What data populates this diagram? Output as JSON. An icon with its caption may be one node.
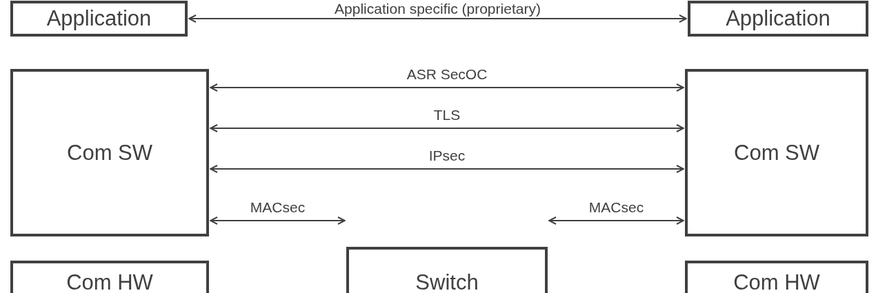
{
  "diagram": {
    "nodes": [
      {
        "text": [
          "Application"
        ]
      },
      {
        "text": [
          "Application"
        ]
      },
      {
        "text": [
          "Com SW"
        ]
      },
      {
        "text": [
          "Com SW"
        ]
      },
      {
        "text": [
          "Switch"
        ]
      },
      {
        "text": [
          "Com HW"
        ]
      },
      {
        "text": [
          "Com HW"
        ]
      }
    ],
    "edges": [
      {
        "from": 0,
        "to": 1,
        "arrow": "both",
        "label": "Application specific (proprietary)"
      },
      {
        "from": 2,
        "to": 3,
        "arrow": "both",
        "label": "ASR SecOC"
      },
      {
        "from": 2,
        "to": 3,
        "arrow": "both",
        "label": "TLS"
      },
      {
        "from": 2,
        "to": 3,
        "arrow": "both",
        "label": "IPsec"
      },
      {
        "from": 2,
        "to": 4,
        "arrow": "both",
        "label": "MACsec"
      },
      {
        "from": 4,
        "to": 3,
        "arrow": "both",
        "label": "MACsec"
      }
    ]
  }
}
